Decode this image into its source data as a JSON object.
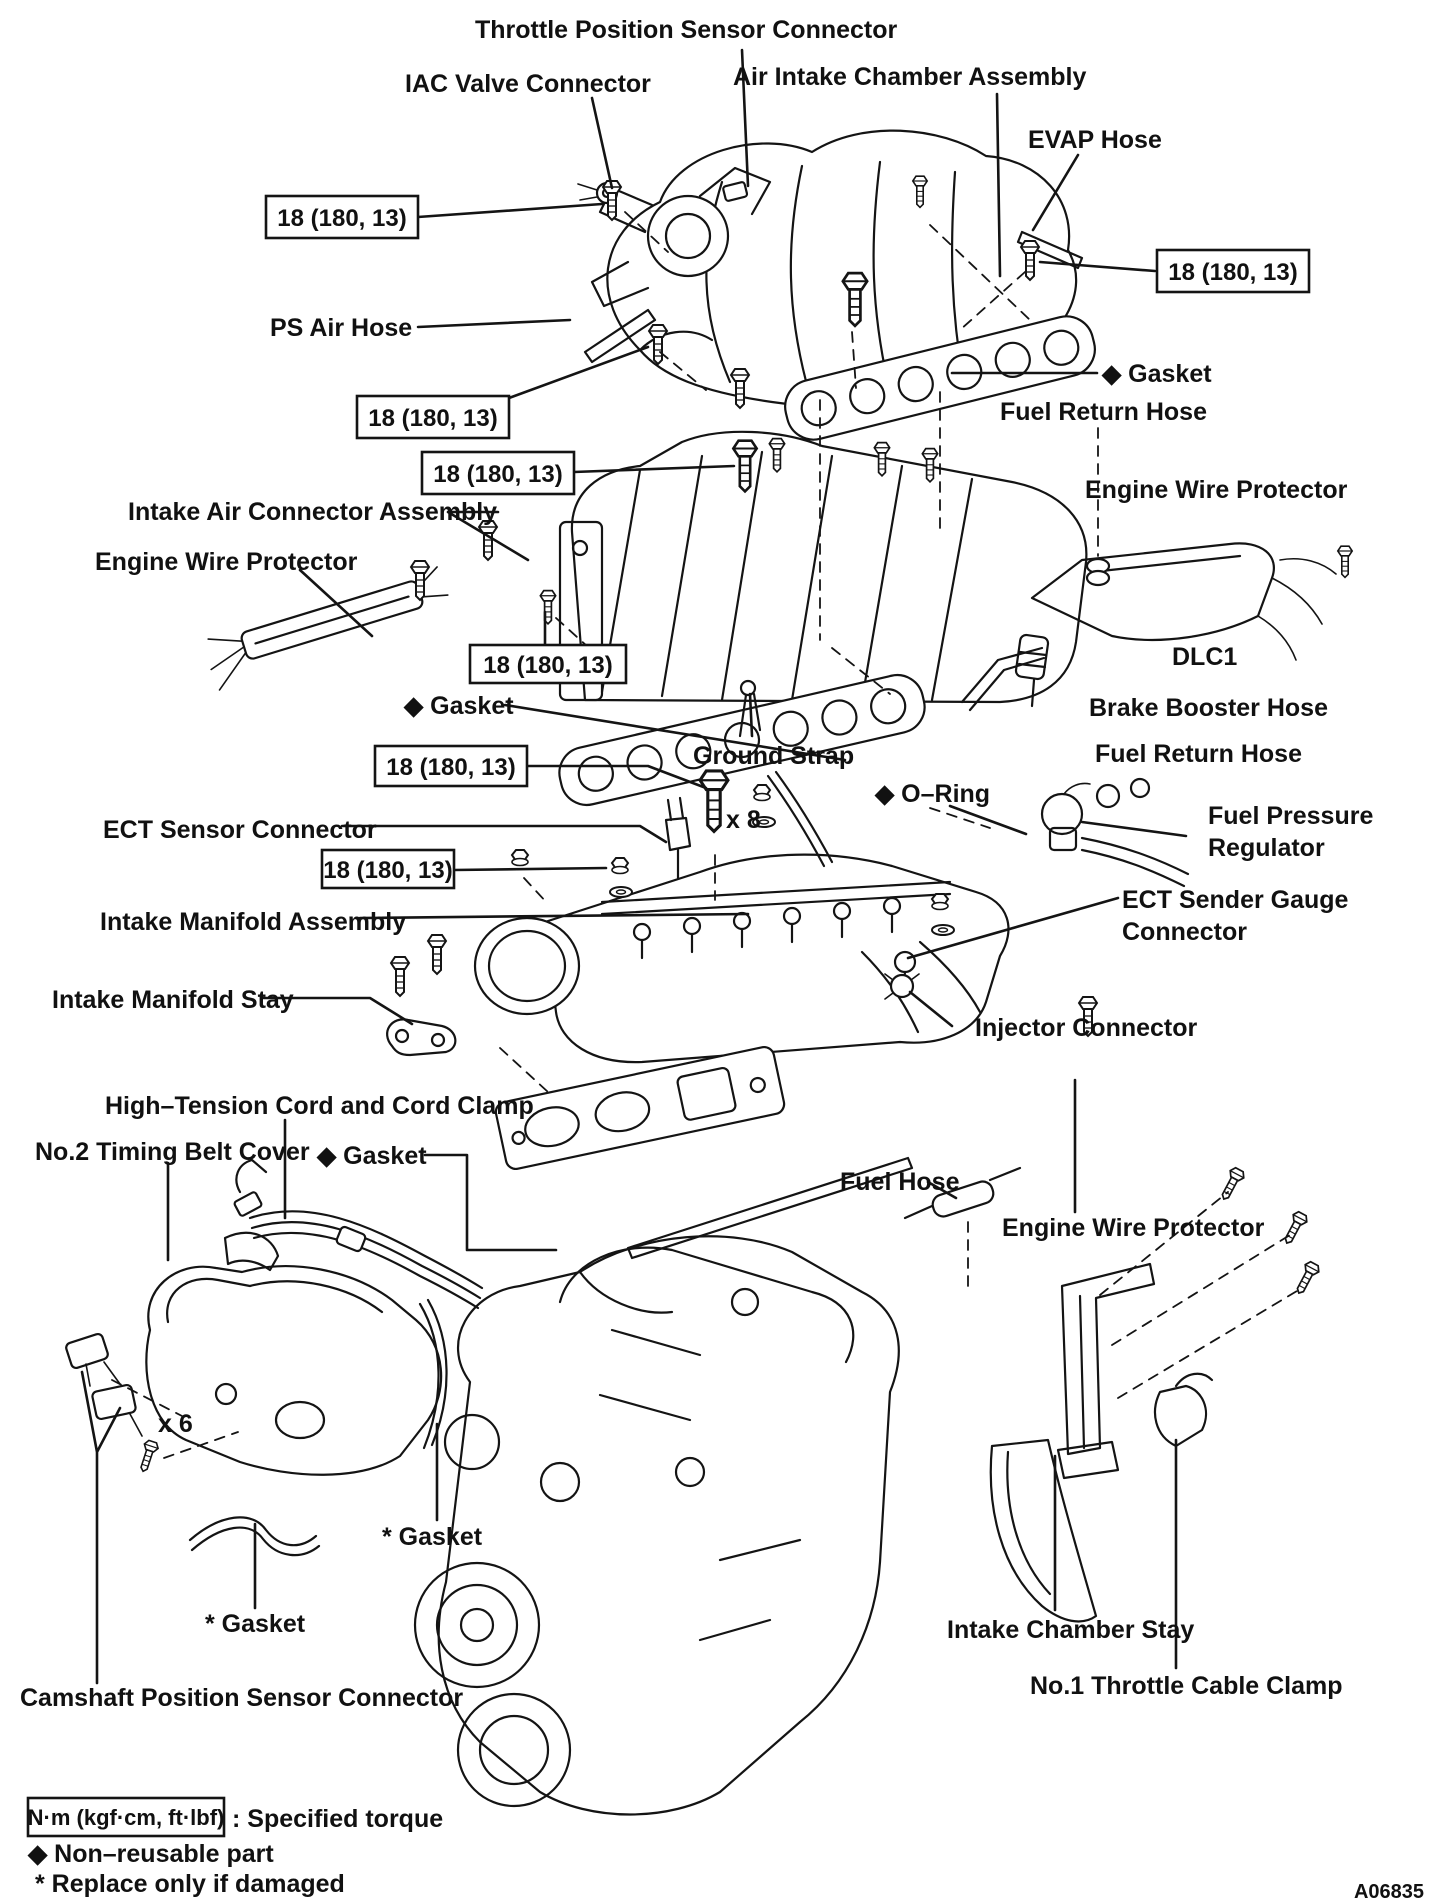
{
  "diagram": {
    "kind": "exploded-parts-diagram",
    "subject": "Air intake chamber / intake manifold assembly removal",
    "part_code": "A06835"
  },
  "torque_spec": "18 (180, 13)",
  "multipliers": {
    "x8": "x 8",
    "x6": "x 6"
  },
  "labels": {
    "throttle_position_sensor_connector": "Throttle Position Sensor Connector",
    "iac_valve_connector": "IAC Valve Connector",
    "air_intake_chamber_assembly": "Air Intake Chamber Assembly",
    "evap_hose": "EVAP Hose",
    "ps_air_hose": "PS Air Hose",
    "gasket_nonreusable": "◆ Gasket",
    "fuel_return_hose": "Fuel Return Hose",
    "engine_wire_protector": "Engine Wire Protector",
    "intake_air_connector_assembly": "Intake Air Connector Assembly",
    "dlc1": "DLC1",
    "brake_booster_hose": "Brake Booster Hose",
    "ground_strap": "Ground Strap",
    "o_ring": "◆ O–Ring",
    "fuel_pressure_regulator_line1": "Fuel Pressure",
    "fuel_pressure_regulator_line2": "Regulator",
    "ect_sensor_connector": "ECT Sensor Connector",
    "ect_sender_gauge_line1": "ECT Sender Gauge",
    "ect_sender_gauge_line2": "Connector",
    "intake_manifold_assembly": "Intake Manifold Assembly",
    "intake_manifold_stay": "Intake Manifold Stay",
    "injector_connector": "Injector Connector",
    "high_tension_cord": "High–Tension Cord and Cord Clamp",
    "no2_timing_belt_cover": "No.2 Timing Belt Cover",
    "fuel_hose": "Fuel Hose",
    "gasket_replace": "* Gasket",
    "camshaft_position_sensor_connector": "Camshaft Position Sensor Connector",
    "intake_chamber_stay": "Intake Chamber Stay",
    "no1_throttle_cable_clamp": "No.1 Throttle Cable Clamp"
  },
  "legend": {
    "torque_box": "N·m (kgf·cm, ft·lbf)",
    "torque_description": ": Specified torque",
    "non_reusable": "◆ Non–reusable part",
    "replace_if_damaged": "* Replace only if damaged"
  }
}
